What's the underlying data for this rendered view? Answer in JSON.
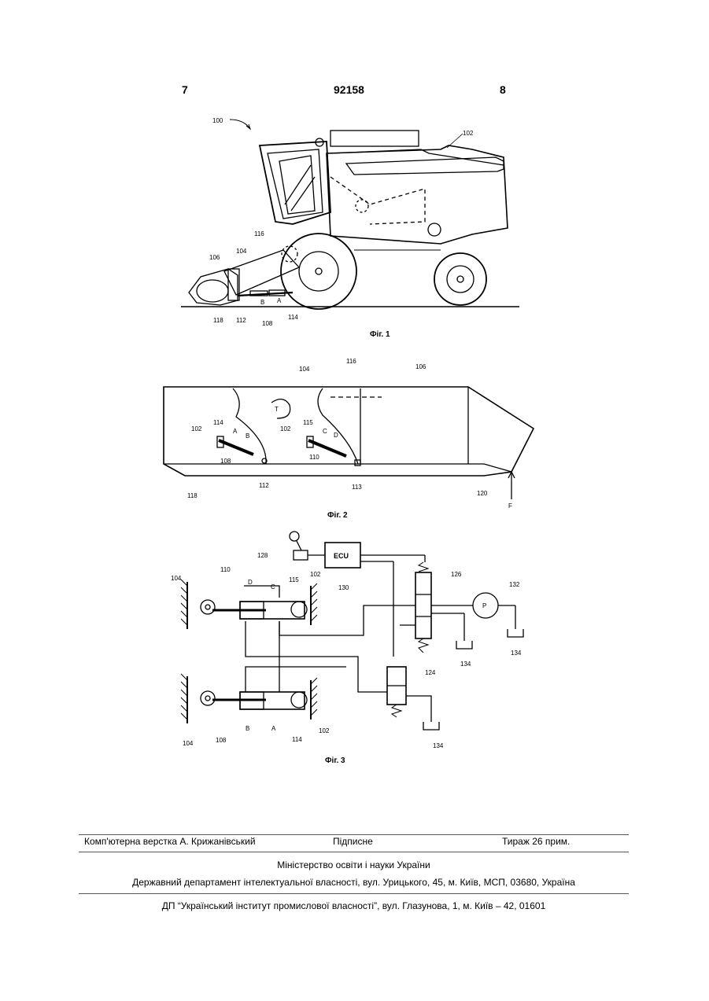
{
  "header": {
    "page_left": "7",
    "patent_number": "92158",
    "page_right": "8"
  },
  "fig1": {
    "caption": "Фіг. 1",
    "labels": {
      "l100": "100",
      "l102": "102",
      "l116": "116",
      "l104": "104",
      "l106": "106",
      "l118": "118",
      "l112": "112",
      "l108": "108",
      "l114": "114",
      "lA": "A",
      "lB": "B"
    }
  },
  "fig2": {
    "caption": "Фіг. 2",
    "labels": {
      "l104": "104",
      "l116": "116",
      "l106": "106",
      "lT": "T",
      "l102a": "102",
      "l114": "114",
      "lA": "A",
      "lB": "B",
      "l108": "108",
      "l102b": "102",
      "l115": "115",
      "lC": "C",
      "lD": "D",
      "l110": "110",
      "l118": "118",
      "l112": "112",
      "l113": "113",
      "l120": "120",
      "lF": "F"
    }
  },
  "fig3": {
    "caption": "Фіг. 3",
    "labels": {
      "l128": "128",
      "ecu": "ECU",
      "l130": "130",
      "l126": "126",
      "l132": "132",
      "lP": "P",
      "l134a": "134",
      "l134b": "134",
      "l134c": "134",
      "l124": "124",
      "l104a": "104",
      "l110": "110",
      "lD": "D",
      "lC": "C",
      "l115": "115",
      "l102a": "102",
      "l104b": "104",
      "l108": "108",
      "lB": "B",
      "lA": "A",
      "l114": "114",
      "l102b": "102"
    }
  },
  "footer": {
    "layout": "Комп'ютерна верстка А. Крижанівський",
    "signed": "Підписне",
    "circulation": "Тираж 26 прим.",
    "ministry": "Міністерство освіти і науки України",
    "department": "Державний департамент інтелектуальної власності, вул. Урицького, 45, м. Київ, МСП, 03680, Україна",
    "institute": "ДП “Український інститут промислової власності”, вул. Глазунова, 1, м. Київ – 42, 01601"
  }
}
